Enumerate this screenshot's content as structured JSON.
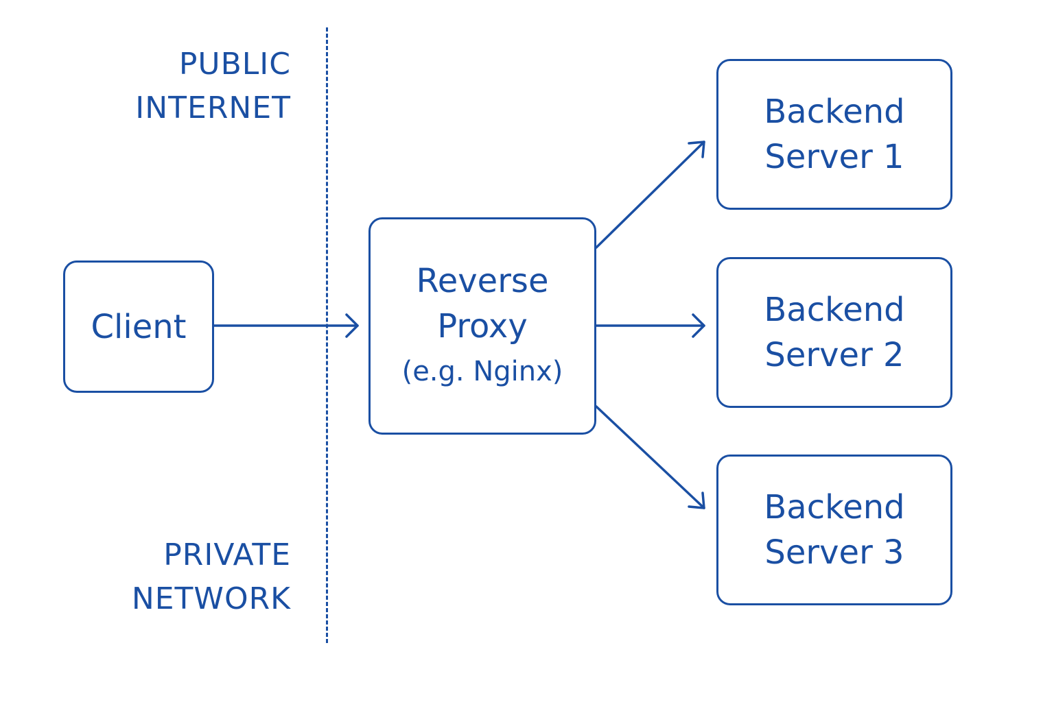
{
  "zones": {
    "public": [
      "PUBLIC",
      "INTERNET"
    ],
    "private": [
      "PRIVATE",
      "NETWORK"
    ]
  },
  "nodes": {
    "client": [
      "Client"
    ],
    "proxy": [
      "Reverse",
      "Proxy",
      "(e.g. Nginx)"
    ],
    "server1": [
      "Backend",
      "Server 1"
    ],
    "server2": [
      "Backend",
      "Server 2"
    ],
    "server3": [
      "Backend",
      "Server 3"
    ]
  },
  "colors": {
    "stroke": "#1a4fa3",
    "background": "#ffffff"
  }
}
